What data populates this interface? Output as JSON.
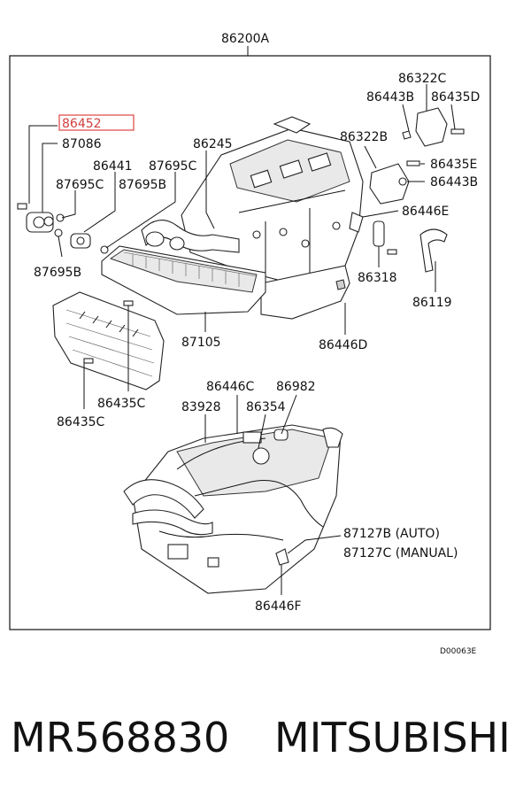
{
  "diagram": {
    "main_assembly": "86200A",
    "highlight_color": "#e05050",
    "labels": {
      "l86452": "86452",
      "l87086": "87086",
      "l86441": "86441",
      "l87695C_top": "87695C",
      "l87695C_left": "87695C",
      "l87695B_top": "87695B",
      "l87695B_bot": "87695B",
      "l86245": "86245",
      "l86322C": "86322C",
      "l86443B_top": "86443B",
      "l86435D": "86435D",
      "l86322B": "86322B",
      "l86435E": "86435E",
      "l86443B_right": "86443B",
      "l86446E": "86446E",
      "l86318": "86318",
      "l86119": "86119",
      "l87105": "87105",
      "l86446D": "86446D",
      "l86435C_mid": "86435C",
      "l86435C_low": "86435C",
      "l86446C": "86446C",
      "l86982": "86982",
      "l83928": "83928",
      "l86354": "86354",
      "l87127B": "87127B (AUTO)",
      "l87127C": "87127C (MANUAL)",
      "l86446F": "86446F"
    },
    "drawing_code": "D00063E"
  },
  "footer": {
    "part_number": "MR568830",
    "brand": "MITSUBISHI"
  }
}
